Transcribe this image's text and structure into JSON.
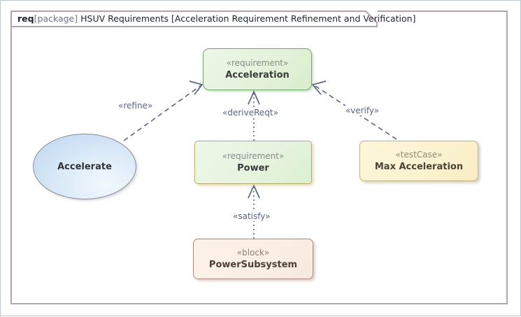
{
  "frame": {
    "keyword": "req",
    "kind": "[package]",
    "package_name": "HSUV Requirements",
    "diagram_name": "[Acceleration Requirement Refinement and Verification]"
  },
  "nodes": [
    {
      "id": "acceleration",
      "stereotype": "«requirement»",
      "name": "Acceleration",
      "shape": "rounded-rectangle",
      "fill": "#e4f2da",
      "border": "#6aa86a"
    },
    {
      "id": "power",
      "stereotype": "«requirement»",
      "name": "Power",
      "shape": "rectangle",
      "fill": "#e6f3de",
      "border": "#b5a86a"
    },
    {
      "id": "testcase",
      "stereotype": "«testCase»",
      "name": "Max Acceleration",
      "shape": "rounded-rectangle",
      "fill": "#fbf2d0",
      "border": "#c3ae7e"
    },
    {
      "id": "block",
      "stereotype": "«block»",
      "name": "PowerSubsystem",
      "shape": "rounded-rectangle",
      "fill": "#fbeee4",
      "border": "#a8887c"
    },
    {
      "id": "accelerate",
      "stereotype": "",
      "name": "Accelerate",
      "shape": "ellipse",
      "fill": "#cfe4f5",
      "border": "#8a8a96"
    }
  ],
  "edges": [
    {
      "id": "refine",
      "label": "«refine»",
      "from": "accelerate",
      "to": "acceleration",
      "style": "dashed",
      "arrow": "open"
    },
    {
      "id": "derive",
      "label": "«deriveReqt»",
      "from": "power",
      "to": "acceleration",
      "style": "dotted",
      "arrow": "open"
    },
    {
      "id": "verify",
      "label": "«verify»",
      "from": "testcase",
      "to": "acceleration",
      "style": "dashed",
      "arrow": "open"
    },
    {
      "id": "satisfy",
      "label": "«satisfy»",
      "from": "block",
      "to": "power",
      "style": "dotted",
      "arrow": "open"
    }
  ],
  "colors": {
    "edge_line": "#5a6486",
    "frame_border": "#b6a5a8",
    "page_border": "#b9c6d4",
    "canvas": "#ffffff"
  }
}
